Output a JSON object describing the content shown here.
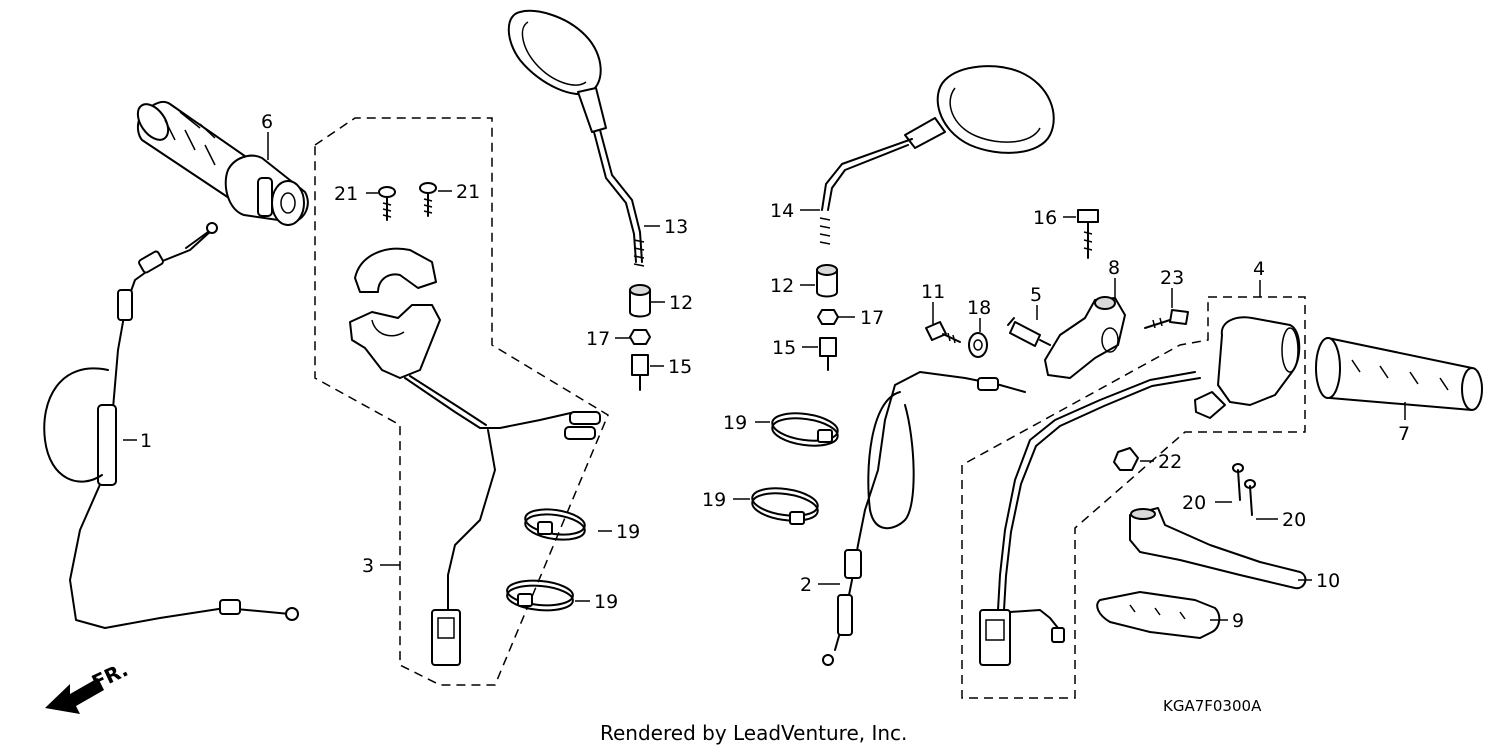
{
  "diagram": {
    "code": "KGA7F0300A",
    "credit": "Rendered by LeadVenture, Inc.",
    "front_marker": "FR.",
    "callouts": [
      {
        "id": "c1",
        "label": "1"
      },
      {
        "id": "c2",
        "label": "2"
      },
      {
        "id": "c3",
        "label": "3"
      },
      {
        "id": "c4",
        "label": "4"
      },
      {
        "id": "c5",
        "label": "5"
      },
      {
        "id": "c6",
        "label": "6"
      },
      {
        "id": "c7",
        "label": "7"
      },
      {
        "id": "c8",
        "label": "8"
      },
      {
        "id": "c9",
        "label": "9"
      },
      {
        "id": "c10",
        "label": "10"
      },
      {
        "id": "c11",
        "label": "11"
      },
      {
        "id": "c12a",
        "label": "12"
      },
      {
        "id": "c12b",
        "label": "12"
      },
      {
        "id": "c13",
        "label": "13"
      },
      {
        "id": "c14",
        "label": "14"
      },
      {
        "id": "c15a",
        "label": "15"
      },
      {
        "id": "c15b",
        "label": "15"
      },
      {
        "id": "c16",
        "label": "16"
      },
      {
        "id": "c17a",
        "label": "17"
      },
      {
        "id": "c17b",
        "label": "17"
      },
      {
        "id": "c18",
        "label": "18"
      },
      {
        "id": "c19a",
        "label": "19"
      },
      {
        "id": "c19b",
        "label": "19"
      },
      {
        "id": "c19c",
        "label": "19"
      },
      {
        "id": "c19d",
        "label": "19"
      },
      {
        "id": "c20a",
        "label": "20"
      },
      {
        "id": "c20b",
        "label": "20"
      },
      {
        "id": "c21a",
        "label": "21"
      },
      {
        "id": "c21b",
        "label": "21"
      },
      {
        "id": "c22",
        "label": "22"
      },
      {
        "id": "c23",
        "label": "23"
      }
    ]
  }
}
